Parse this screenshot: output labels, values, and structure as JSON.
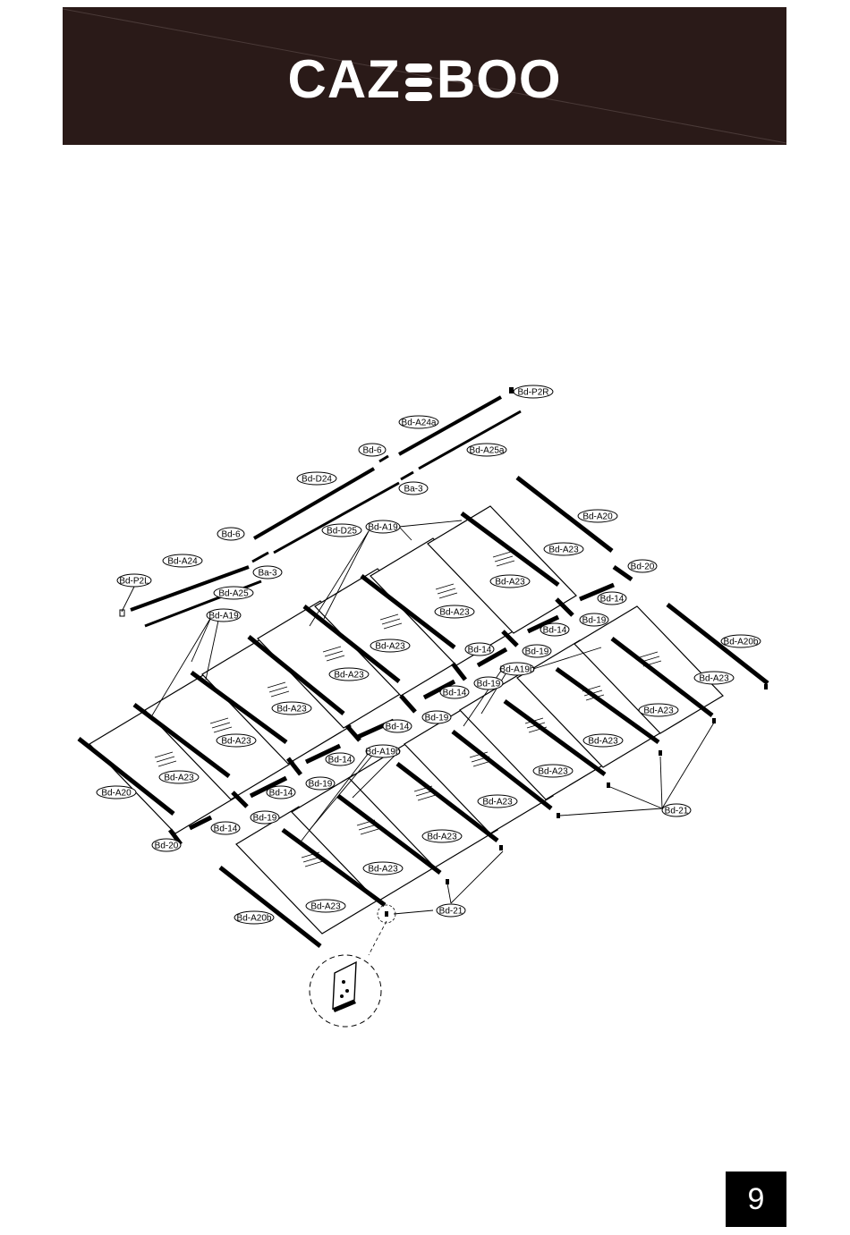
{
  "brand": {
    "logo_left": "CAZ",
    "logo_right": "BOO"
  },
  "page": {
    "number": "9"
  },
  "parts": {
    "p2r": "Bd-P2R",
    "a24a": "Bd-A24a",
    "a25a": "Bd-A25a",
    "bd6": "Bd-6",
    "d24": "Bd-D24",
    "ba3": "Ba-3",
    "d25": "Bd-D25",
    "a24": "Bd-A24",
    "p2l": "Bd-P2L",
    "a25": "Bd-A25",
    "a19": "Bd-A19",
    "a19b": "Bd-A19b",
    "a20": "Bd-A20",
    "a20b": "Bd-A20b",
    "a23": "Bd-A23",
    "bd14": "Bd-14",
    "bd19": "Bd-19",
    "bd20": "Bd-20",
    "bd21": "Bd-21"
  },
  "icons": {
    "detail": "magnified-clip-icon"
  }
}
